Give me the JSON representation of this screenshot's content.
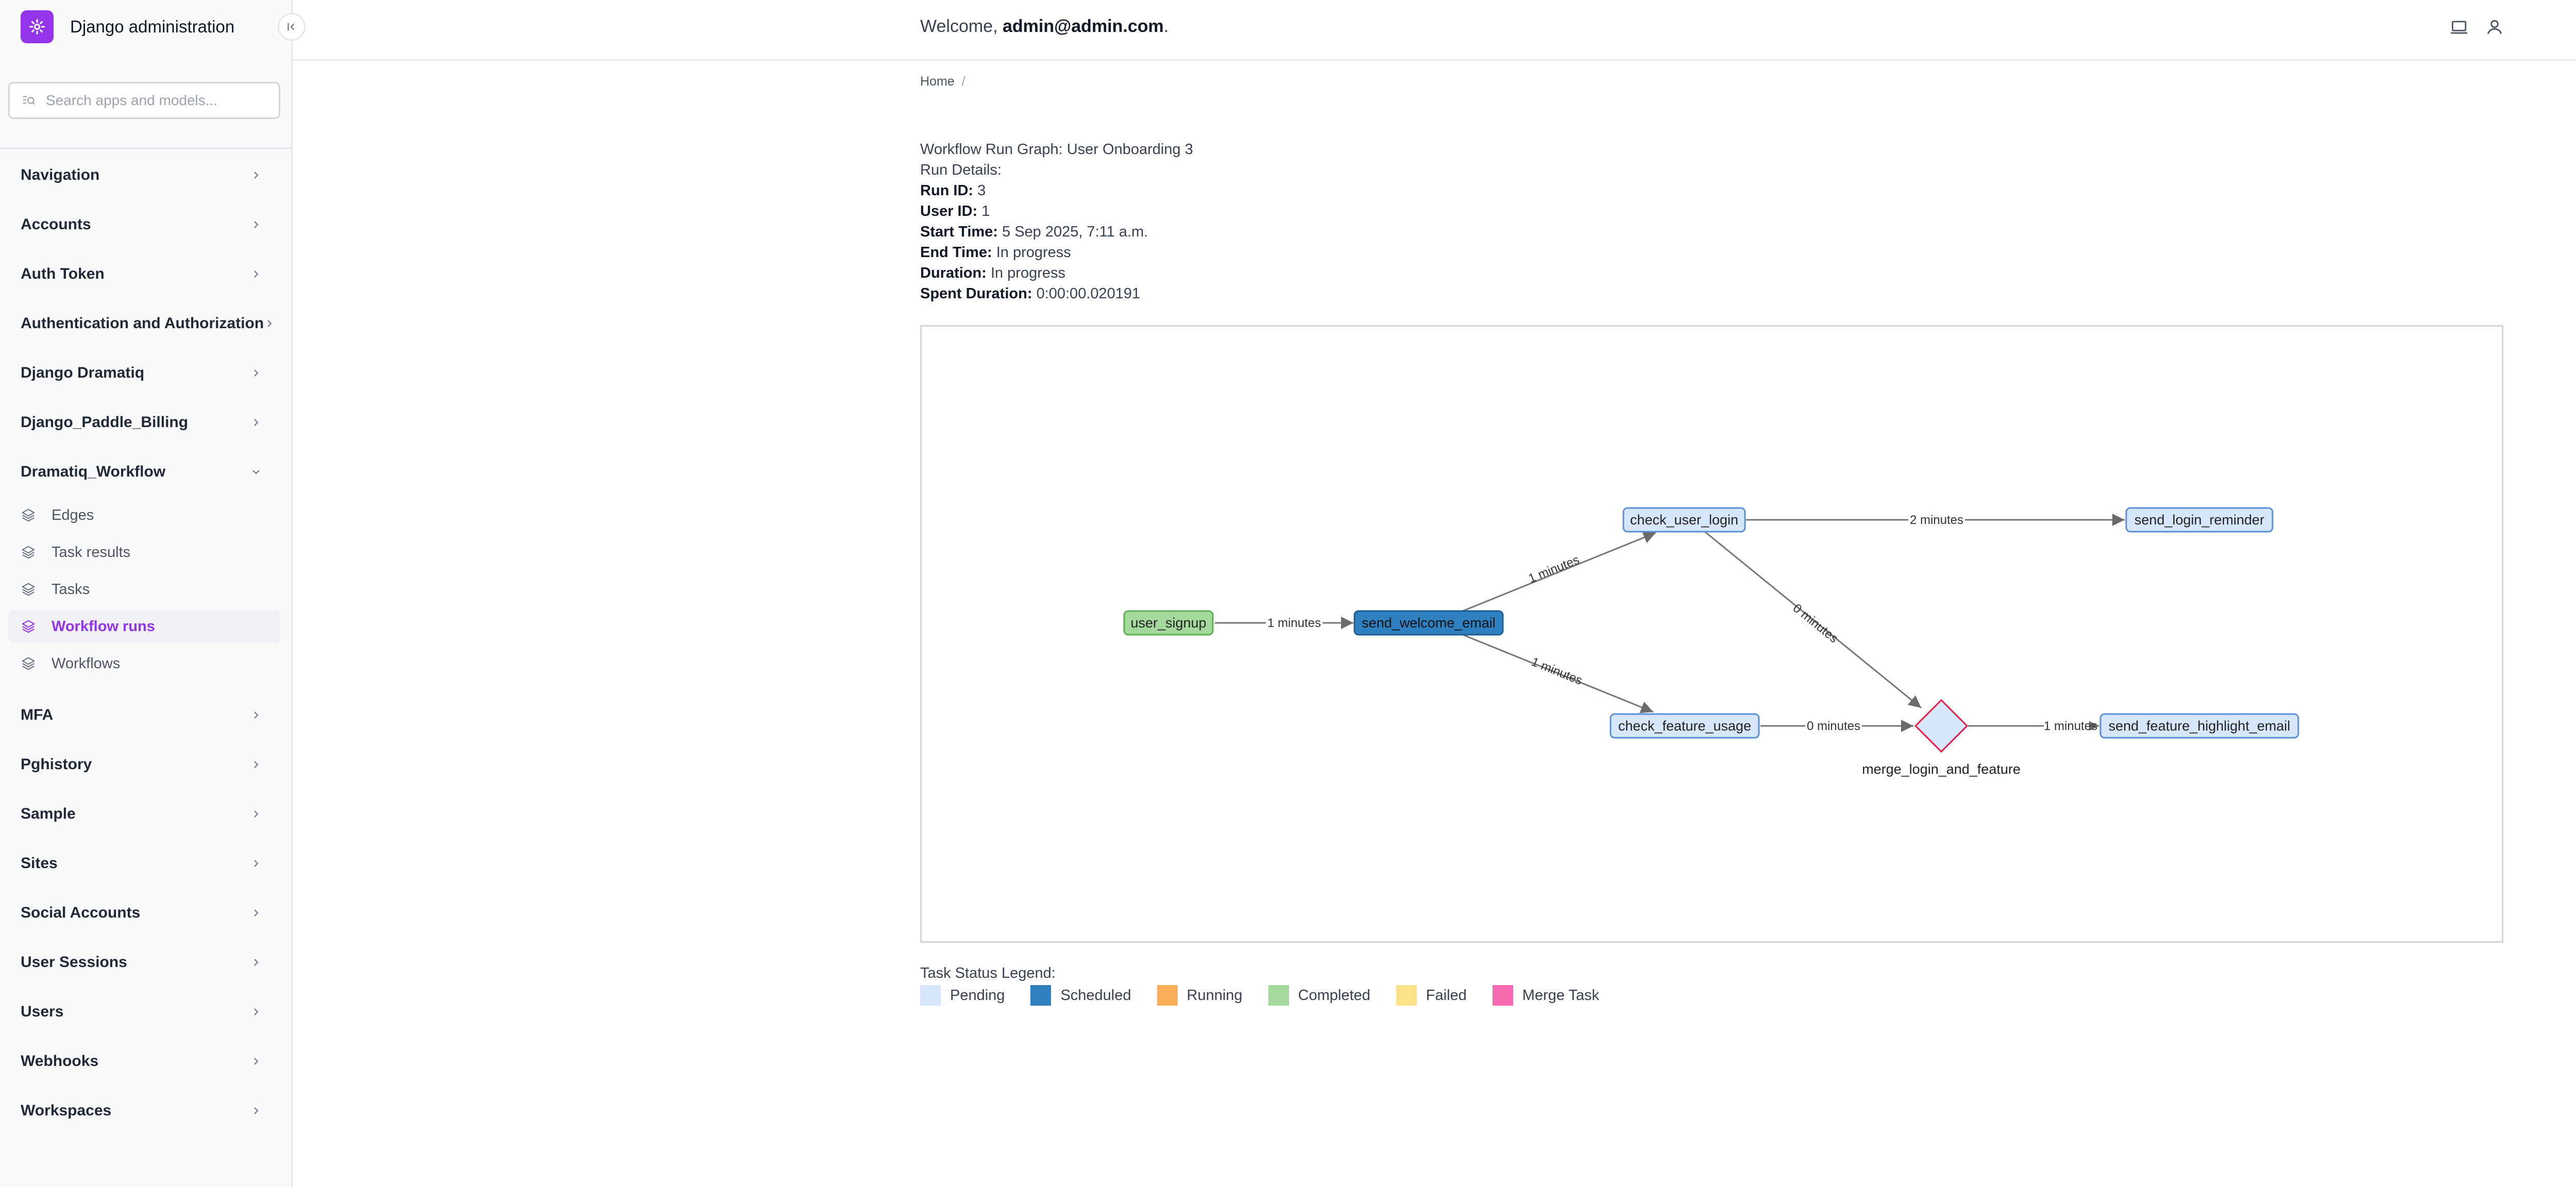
{
  "app": {
    "title": "Django administration"
  },
  "search": {
    "placeholder": "Search apps and models..."
  },
  "sidebar": {
    "groups_top": [
      {
        "label": "Navigation"
      },
      {
        "label": "Accounts"
      },
      {
        "label": "Auth Token"
      },
      {
        "label": "Authentication and Authorization"
      },
      {
        "label": "Django Dramatiq"
      },
      {
        "label": "Django_Paddle_Billing"
      },
      {
        "label": "Dramatiq_Workflow",
        "expanded": true
      }
    ],
    "sub_items": [
      {
        "label": "Edges",
        "active": false
      },
      {
        "label": "Task results",
        "active": false
      },
      {
        "label": "Tasks",
        "active": false
      },
      {
        "label": "Workflow runs",
        "active": true
      },
      {
        "label": "Workflows",
        "active": false
      }
    ],
    "groups_bottom": [
      {
        "label": "MFA"
      },
      {
        "label": "Pghistory"
      },
      {
        "label": "Sample"
      },
      {
        "label": "Sites"
      },
      {
        "label": "Social Accounts"
      },
      {
        "label": "User Sessions"
      },
      {
        "label": "Users"
      },
      {
        "label": "Webhooks"
      },
      {
        "label": "Workspaces"
      }
    ]
  },
  "header": {
    "welcome_prefix": "Welcome, ",
    "user": "admin@admin.com",
    "welcome_suffix": "."
  },
  "breadcrumb": {
    "home": "Home",
    "separator": "/"
  },
  "run": {
    "title": "Workflow Run Graph: User Onboarding 3",
    "details_heading": "Run Details:",
    "fields": [
      {
        "label": "Run ID:",
        "value": "3"
      },
      {
        "label": "User ID:",
        "value": "1"
      },
      {
        "label": "Start Time:",
        "value": "5 Sep 2025, 7:11 a.m."
      },
      {
        "label": "End Time:",
        "value": "In progress"
      },
      {
        "label": "Duration:",
        "value": "In progress"
      },
      {
        "label": "Spent Duration:",
        "value": "0:00:00.020191"
      }
    ]
  },
  "graph": {
    "nodes": [
      {
        "id": "user_signup",
        "label": "user_signup",
        "status": "completed"
      },
      {
        "id": "send_welcome_email",
        "label": "send_welcome_email",
        "status": "scheduled"
      },
      {
        "id": "check_user_login",
        "label": "check_user_login",
        "status": "pending"
      },
      {
        "id": "check_feature_usage",
        "label": "check_feature_usage",
        "status": "pending"
      },
      {
        "id": "send_login_reminder",
        "label": "send_login_reminder",
        "status": "pending"
      },
      {
        "id": "merge_login_and_feature",
        "label": "merge_login_and_feature",
        "status": "merge"
      },
      {
        "id": "send_feature_highlight_email",
        "label": "send_feature_highlight_email",
        "status": "pending"
      }
    ],
    "edges": [
      {
        "from": "user_signup",
        "to": "send_welcome_email",
        "label": "1 minutes"
      },
      {
        "from": "send_welcome_email",
        "to": "check_user_login",
        "label": "1 minutes"
      },
      {
        "from": "send_welcome_email",
        "to": "check_feature_usage",
        "label": "1 minutes"
      },
      {
        "from": "check_user_login",
        "to": "send_login_reminder",
        "label": "2 minutes"
      },
      {
        "from": "check_user_login",
        "to": "merge_login_and_feature",
        "label": "0 minutes"
      },
      {
        "from": "check_feature_usage",
        "to": "merge_login_and_feature",
        "label": "0 minutes"
      },
      {
        "from": "merge_login_and_feature",
        "to": "send_feature_highlight_email",
        "label": "1 minutes"
      }
    ]
  },
  "legend": {
    "title": "Task Status Legend:",
    "items": [
      {
        "label": "Pending",
        "color": "#d6e6fb"
      },
      {
        "label": "Scheduled",
        "color": "#2f80c0"
      },
      {
        "label": "Running",
        "color": "#f9ae5b"
      },
      {
        "label": "Completed",
        "color": "#a3d99a"
      },
      {
        "label": "Failed",
        "color": "#fde28a"
      },
      {
        "label": "Merge Task",
        "color": "#f76cb1"
      }
    ]
  },
  "colors": {
    "accent": "#9333ea",
    "pending_fill": "#d6e6fb",
    "pending_stroke": "#5b8fd6",
    "scheduled_fill": "#2f80c0",
    "completed_fill": "#a3d99a",
    "merge_stroke": "#e11d48"
  }
}
